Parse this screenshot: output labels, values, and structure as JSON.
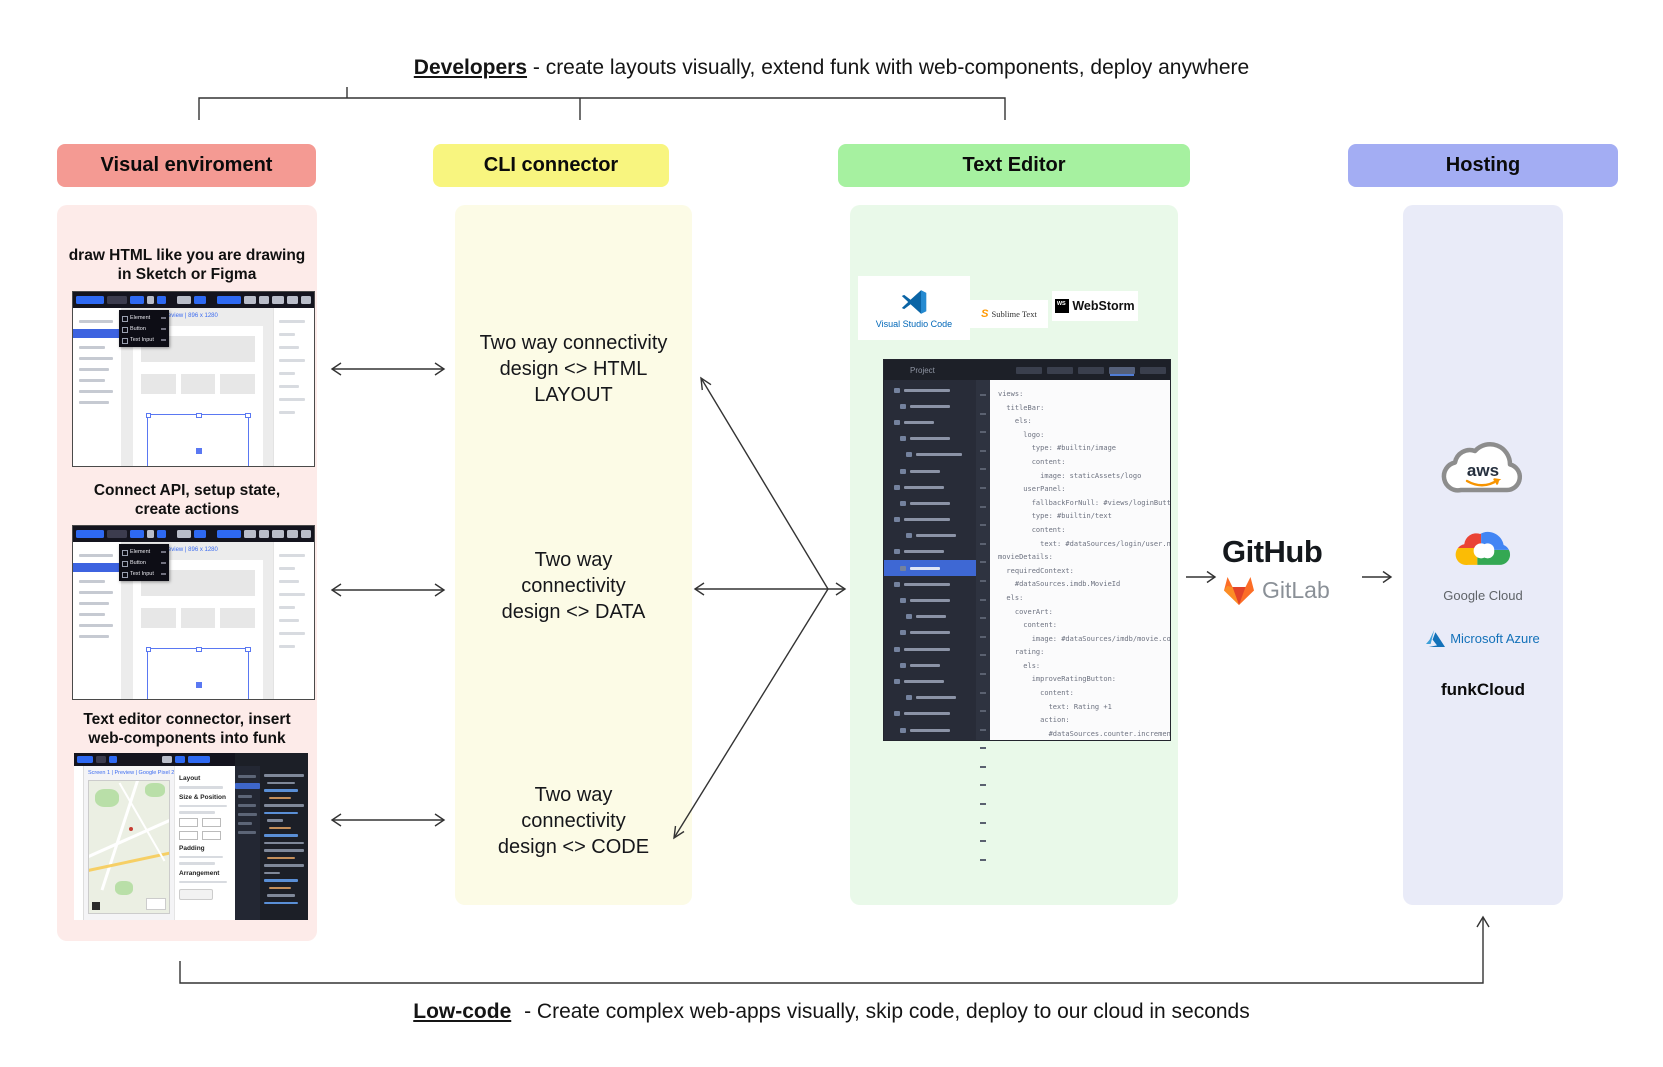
{
  "top_banner": {
    "keyword": "Developers",
    "text": " - create layouts visually, extend funk with web-components, deploy anywhere"
  },
  "bottom_banner": {
    "keyword": "Low-code",
    "text": " - Create complex web-apps visually, skip code, deploy to our cloud in seconds"
  },
  "colors": {
    "visual_header": "#f49a93",
    "cli_header": "#f8f57f",
    "editor_header": "#a6f1a0",
    "hosting_header": "#a3adf3",
    "accent_blue": "#2e69f2",
    "selection_blue": "#5a78f2",
    "arrow": "#333333"
  },
  "columns": {
    "visual": {
      "title": "Visual enviroment",
      "sections": [
        {
          "caption_line1": "draw HTML like you are drawing",
          "caption_line2": "in Sketch or Figma"
        },
        {
          "caption_line1": "Connect API, setup state,",
          "caption_line2": "create actions"
        },
        {
          "caption_line1": "Text editor connector, insert",
          "caption_line2": "web-components into funk"
        }
      ],
      "design_tool": {
        "dropdown_items": [
          "Element",
          "Button",
          "Text Input"
        ],
        "breadcrumb": "Screen 1 | Preview | 896 x 1280"
      },
      "map_tool": {
        "breadcrumb": "Screen 1 | Preview | Google Pixel 2",
        "props_labels": [
          "Layout",
          "Size & Position",
          "Padding",
          "Arrangement"
        ]
      }
    },
    "cli": {
      "title": "CLI connector",
      "notes": [
        {
          "lines": [
            "Two way connectivity",
            "design <> HTML",
            "LAYOUT"
          ]
        },
        {
          "lines": [
            "Two way",
            "connectivity",
            "design <> DATA"
          ]
        },
        {
          "lines": [
            "Two way",
            "connectivity",
            "design <> CODE"
          ]
        }
      ]
    },
    "editor": {
      "title": "Text Editor",
      "logos": {
        "vscode": "Visual Studio Code",
        "sublime": "Sublime Text",
        "webstorm": "WebStorm",
        "webstorm_badge": "WS"
      },
      "ide": {
        "project_label": "Project",
        "code_lines": [
          "views:",
          "  titleBar:",
          "    els:",
          "      logo:",
          "        type: #builtin/image",
          "        content:",
          "          image: staticAssets/logo",
          "      userPanel:",
          "        fallbackForNull: #views/loginButton",
          "        type: #builtin/text",
          "        content:",
          "          text: #dataSources/login/user.name",
          "movieDetails:",
          "  requiredContext:",
          "    #dataSources.imdb.MovieId",
          "  els:",
          "    coverArt:",
          "      content:",
          "        image: #dataSources/imdb/movie.coverArt",
          "    rating:",
          "      els:",
          "        improveRatingButton:",
          "          content:",
          "            text: Rating +1",
          "          action:",
          "            #dataSources.counter.increment"
        ]
      }
    },
    "hosting": {
      "title": "Hosting",
      "aws_label": "aws",
      "gcloud_label": "Google Cloud",
      "azure_label": "Microsoft Azure",
      "funkcloud_label": "funkCloud"
    }
  },
  "vcs": {
    "github_label": "GitHub",
    "gitlab_label": "GitLab"
  }
}
